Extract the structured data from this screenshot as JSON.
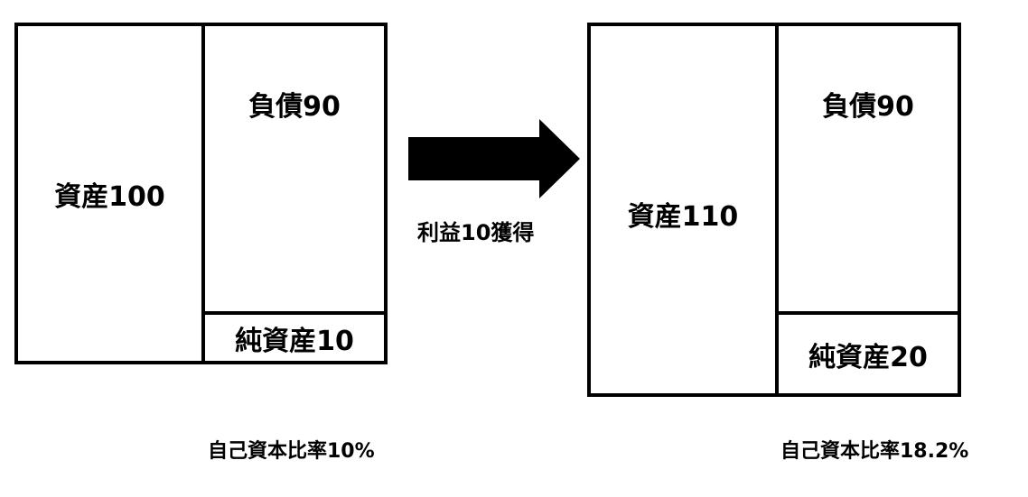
{
  "before": {
    "assets_label": "資産100",
    "liabilities_label": "負債90",
    "net_assets_label": "純資産10",
    "ratio_caption": "自己資本比率10%"
  },
  "transition": {
    "label": "利益10獲得",
    "icon": "right-arrow-icon"
  },
  "after": {
    "assets_label": "資産110",
    "liabilities_label": "負債90",
    "net_assets_label": "純資産20",
    "ratio_caption": "自己資本比率18.2%"
  }
}
